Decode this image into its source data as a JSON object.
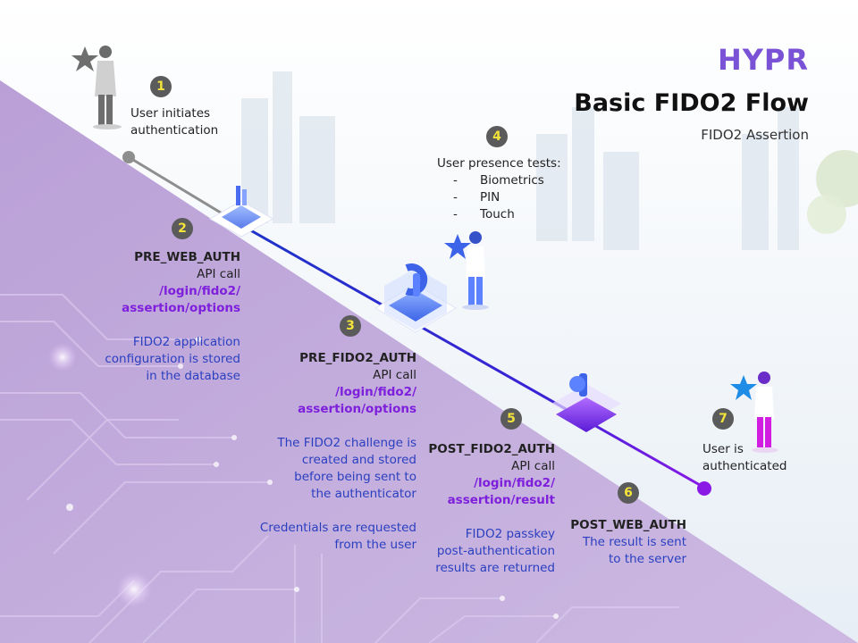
{
  "brand": {
    "logo": "HYPR",
    "title": "Basic FIDO2 Flow",
    "subtitle": "FIDO2 Assertion"
  },
  "colors": {
    "purple_band": "#c9b5df",
    "flow_line": "#1f34c9",
    "accent_purple": "#7e1fdc",
    "badge": "#5b5b5b",
    "badge_number": "#f3e33a"
  },
  "steps": [
    {
      "num": "1",
      "lines": [
        "User initiates",
        "authentication"
      ]
    },
    {
      "num": "2",
      "name": "PRE_WEB_AUTH",
      "call": "API call",
      "endpoint": [
        "/login/fido2/",
        "assertion/options"
      ],
      "desc": [
        "FIDO2 application",
        "configuration is stored",
        "in the database"
      ]
    },
    {
      "num": "3",
      "name": "PRE_FIDO2_AUTH",
      "call": "API call",
      "endpoint": [
        "/login/fido2/",
        "assertion/options"
      ],
      "desc": [
        "The FIDO2 challenge is",
        "created and stored",
        "before being sent to",
        "the authenticator"
      ],
      "desc2": [
        "Credentials are requested",
        "from the user"
      ]
    },
    {
      "num": "4",
      "heading": "User presence tests:",
      "items": [
        "Biometrics",
        "PIN",
        "Touch"
      ]
    },
    {
      "num": "5",
      "name": "POST_FIDO2_AUTH",
      "call": "API call",
      "endpoint": [
        "/login/fido2/",
        "assertion/result"
      ],
      "desc": [
        "FIDO2 passkey",
        "post-authentication",
        "results are returned"
      ]
    },
    {
      "num": "6",
      "name": "POST_WEB_AUTH",
      "desc": [
        "The result is sent",
        "to the server"
      ]
    },
    {
      "num": "7",
      "lines": [
        "User is",
        "authenticated"
      ]
    }
  ]
}
